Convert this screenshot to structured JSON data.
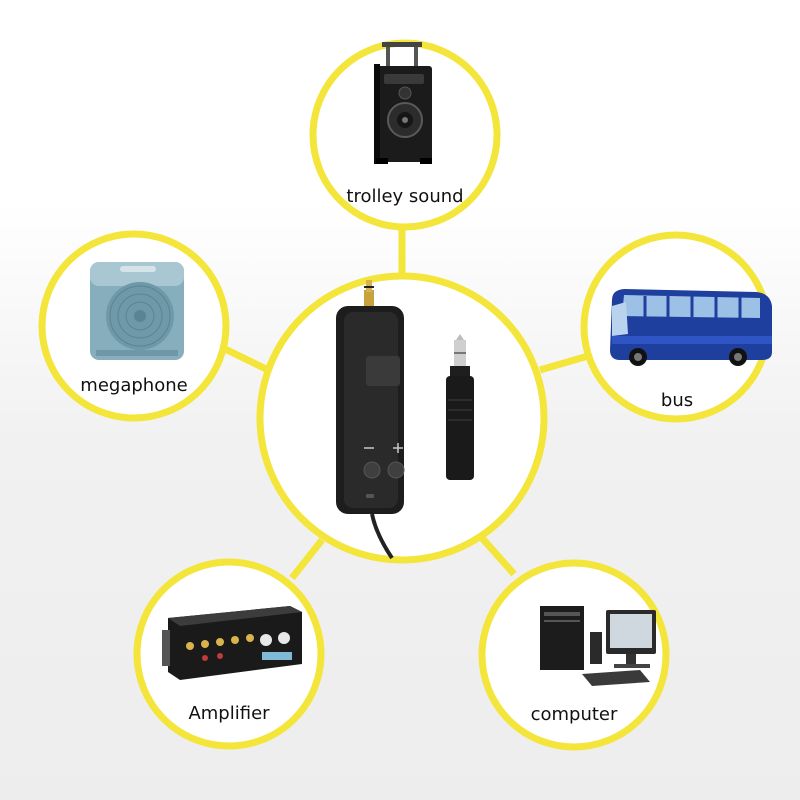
{
  "diagram": {
    "accent_color": "#f3e53a",
    "center": {
      "icon": "wireless-receiver-with-plug-adapter"
    },
    "nodes": [
      {
        "id": "trolley",
        "label": "trolley sound",
        "icon": "trolley-speaker-icon"
      },
      {
        "id": "megaphone",
        "label": "megaphone",
        "icon": "megaphone-icon"
      },
      {
        "id": "bus",
        "label": "bus",
        "icon": "bus-icon"
      },
      {
        "id": "amplifier",
        "label": "Amplifier",
        "icon": "amplifier-icon"
      },
      {
        "id": "computer",
        "label": "computer",
        "icon": "computer-icon"
      }
    ]
  }
}
